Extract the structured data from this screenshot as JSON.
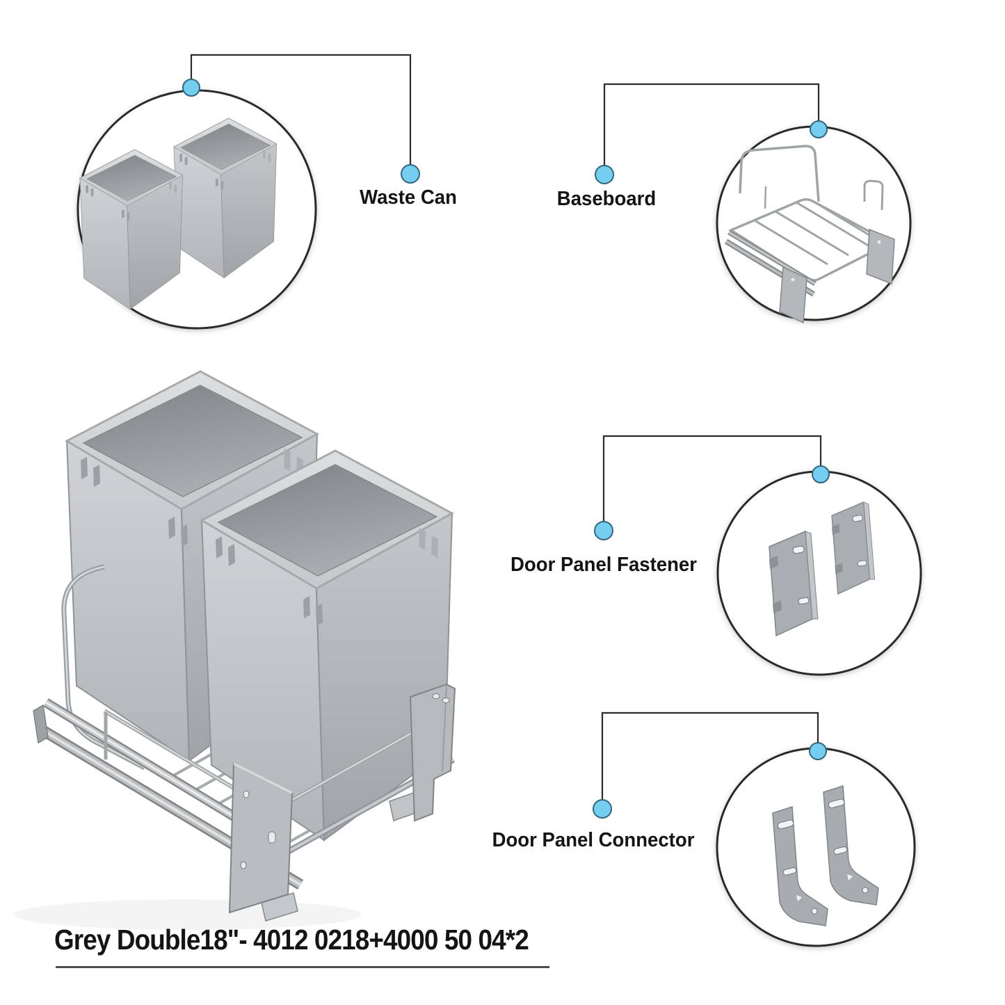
{
  "caption": {
    "text": "Grey Double18\"- 4012 0218+4000 50 04*2"
  },
  "callouts": {
    "waste_can": {
      "label": "Waste Can"
    },
    "baseboard": {
      "label": "Baseboard"
    },
    "door_panel_fastener": {
      "label": "Door Panel Fastener"
    },
    "door_panel_connector": {
      "label": "Door Panel Connector"
    }
  },
  "parts": [
    {
      "id": "waste-can",
      "label": "Waste Can",
      "quantity_shown": 2
    },
    {
      "id": "baseboard",
      "label": "Baseboard",
      "quantity_shown": 1
    },
    {
      "id": "door-panel-fastener",
      "label": "Door Panel Fastener",
      "quantity_shown": 2
    },
    {
      "id": "door-panel-connector",
      "label": "Door Panel Connector",
      "quantity_shown": 2
    }
  ],
  "colors": {
    "background": "#ffffff",
    "callout_line": "#2b2b2b",
    "circle_outline": "#2b2b2b",
    "marker_dot_fill": "#74cef0",
    "marker_dot_stroke": "#33667f",
    "label_text": "#141414",
    "caption_text": "#141414",
    "caption_underline": "#4b4b4b",
    "can_body_light": "#cdd0d2",
    "can_body_dark": "#a2a6a9",
    "can_interior": "#85888b",
    "metal_bracket": "#b0b5b8",
    "chrome_wire": "#a2a7aa"
  }
}
